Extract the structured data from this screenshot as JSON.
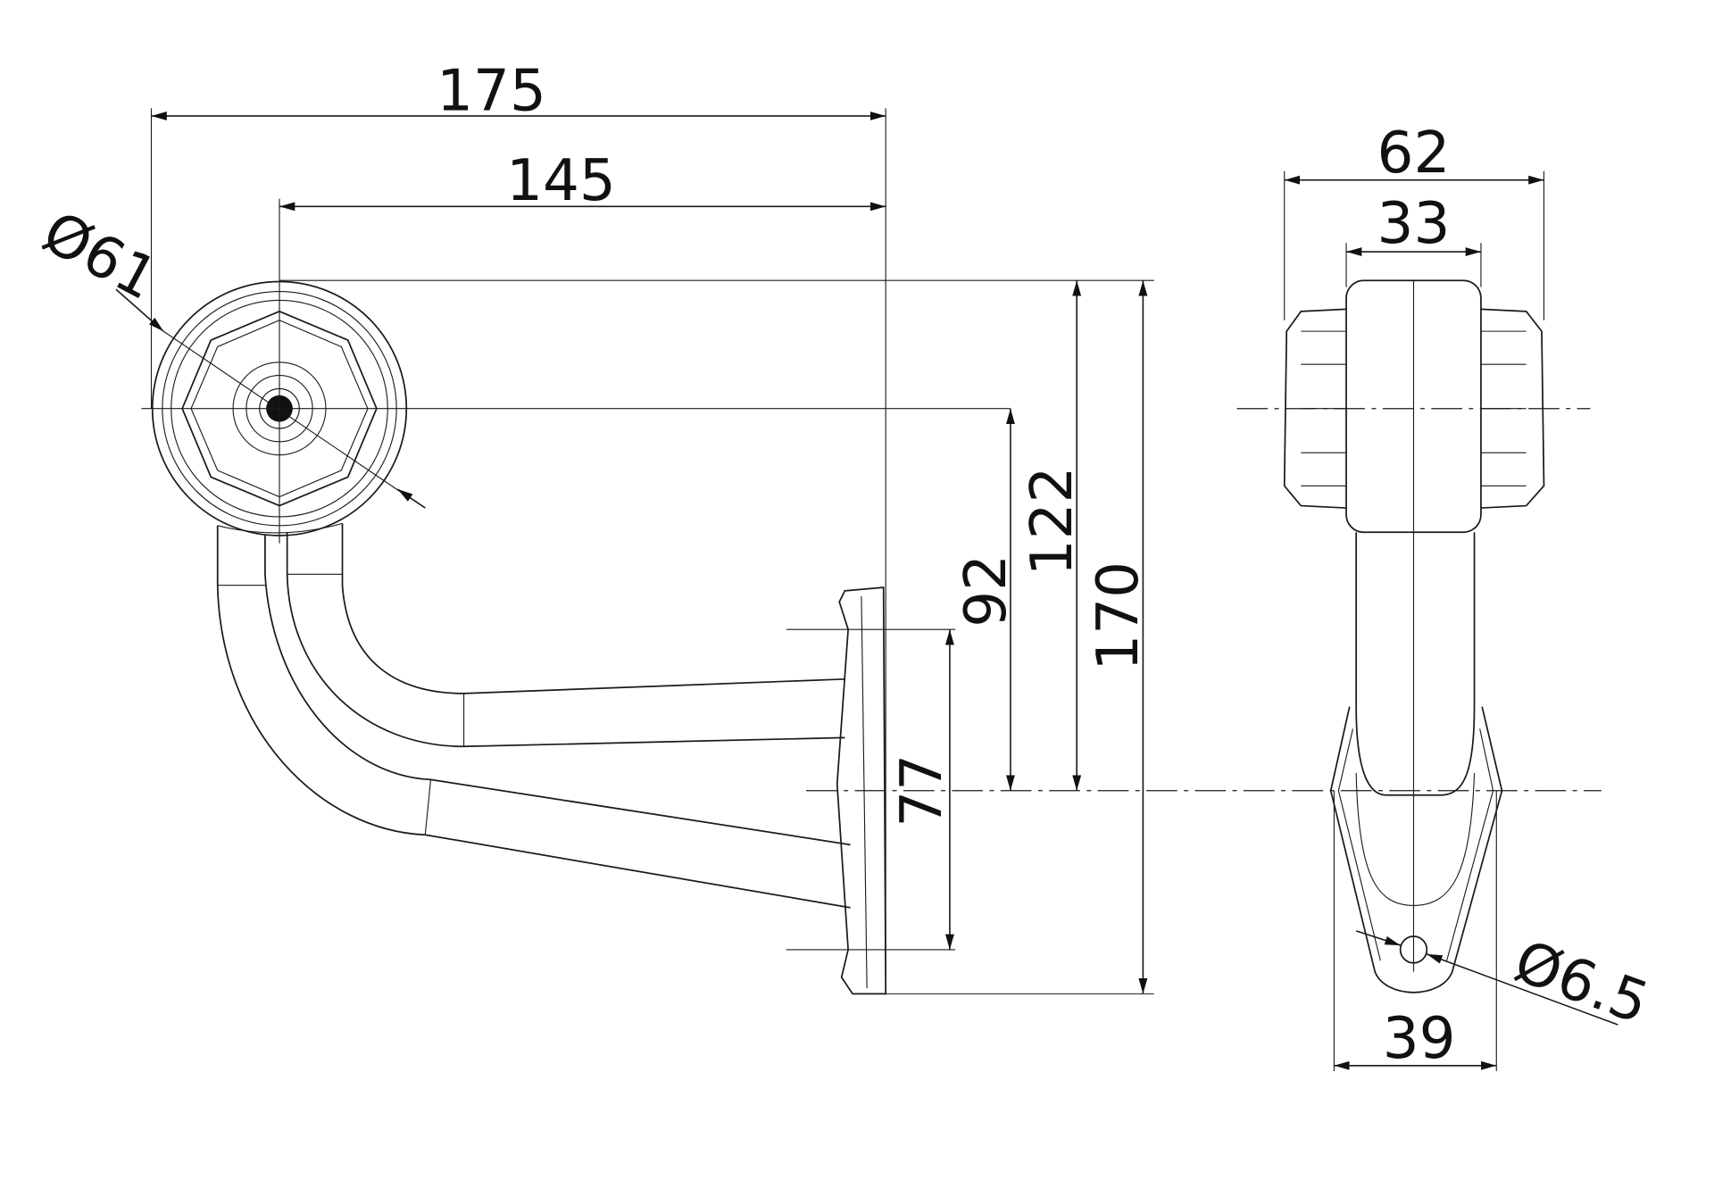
{
  "dimensions": {
    "overall_width": "175",
    "center_to_base": "145",
    "lamp_diameter": "Ø61",
    "center_height_92": "92",
    "top_height_122": "122",
    "overall_height": "170",
    "hole_spacing": "77",
    "side_width": "62",
    "side_body_width": "33",
    "mount_width": "39",
    "hole_diameter": "Ø6.5"
  }
}
